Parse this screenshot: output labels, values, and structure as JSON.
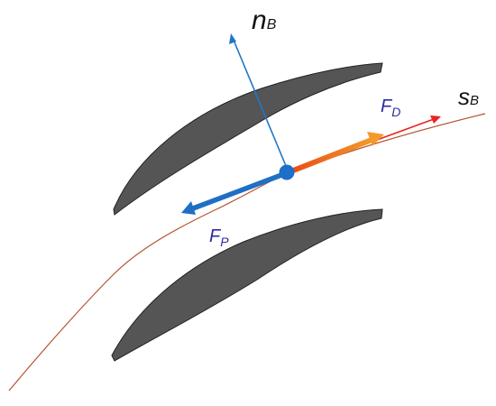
{
  "labels": {
    "normal_main": "n",
    "normal_sub": "B",
    "tangent_main": "s",
    "tangent_sub": "B",
    "drag_main": "F",
    "drag_sub": "D",
    "pressure_main": "F",
    "pressure_sub": "P"
  },
  "colors": {
    "blade_fill": "#555555",
    "blade_stroke": "#222222",
    "trajectory": "#b5542e",
    "normal_vector": "#1f77c4",
    "pressure_force": "#1f6fc4",
    "drag_force": "#e84a16",
    "drag_force_gradient_end": "#f39a2a",
    "tangent_vector": "#e8251e",
    "particle": "#1e6fc9",
    "drag_label": "#2b2ba3",
    "pressure_label": "#2b2ba3",
    "normal_label": "#111111",
    "tangent_label": "#111111"
  }
}
